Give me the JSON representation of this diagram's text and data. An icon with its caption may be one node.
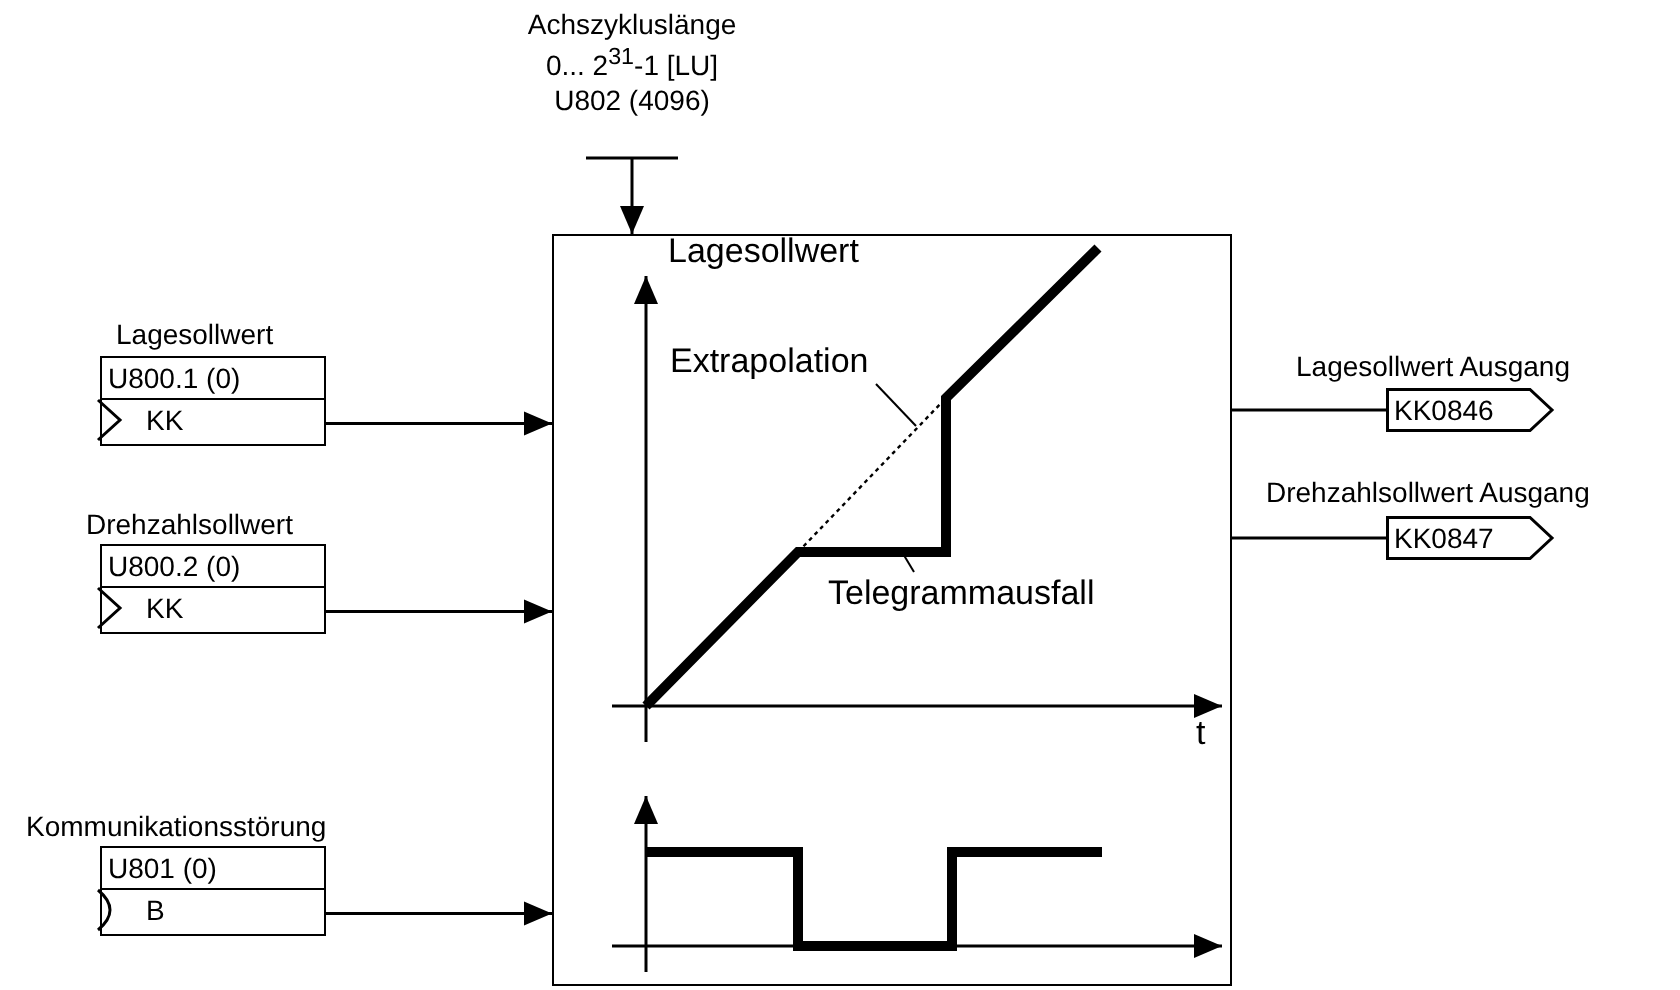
{
  "diagram": {
    "nodes": [
      {
        "text": [
          "Achszykluslänge",
          "0... 2$^{31}$-1  [LU]",
          "U802 (4096)"
        ]
      },
      {
        "text": [],
        "shape": "box"
      },
      {
        "text": [
          "U800.1 (0)",
          "KK"
        ],
        "beside": [
          "Lagesollwert"
        ]
      },
      {
        "text": [
          "U800.2 (0)",
          "KK"
        ],
        "beside": [
          "Drehzahlsollwert"
        ]
      },
      {
        "text": [
          "U801 (0)",
          "B"
        ],
        "beside": [
          "Kommunikationsstörung"
        ]
      },
      {
        "text": [
          "KK0846"
        ],
        "beside": [
          "Lagesollwert Ausgang"
        ]
      },
      {
        "text": [
          "KK0847"
        ],
        "beside": [
          "Drehzahlsollwert Ausgang"
        ]
      },
      {
        "text": [
          "Extrapolation"
        ],
        "in": 1
      },
      {
        "text": [
          "Telegrammausfall"
        ],
        "in": 1
      }
    ],
    "edges": [
      {
        "from": 0,
        "to": 1,
        "arrow": "to"
      },
      {
        "from": 2,
        "to": 1,
        "arrow": "to"
      },
      {
        "from": 3,
        "to": 1,
        "arrow": "to"
      },
      {
        "from": 4,
        "to": 1,
        "arrow": "to"
      },
      {
        "from": 1,
        "to": 5,
        "arrow": "none"
      },
      {
        "from": 1,
        "to": 6,
        "arrow": "none"
      },
      {
        "from": 7,
        "to": null,
        "arrow": "none"
      },
      {
        "from": 8,
        "to": null,
        "arrow": "none"
      }
    ],
    "labels": [
      "Lagesollwert",
      "t"
    ]
  }
}
